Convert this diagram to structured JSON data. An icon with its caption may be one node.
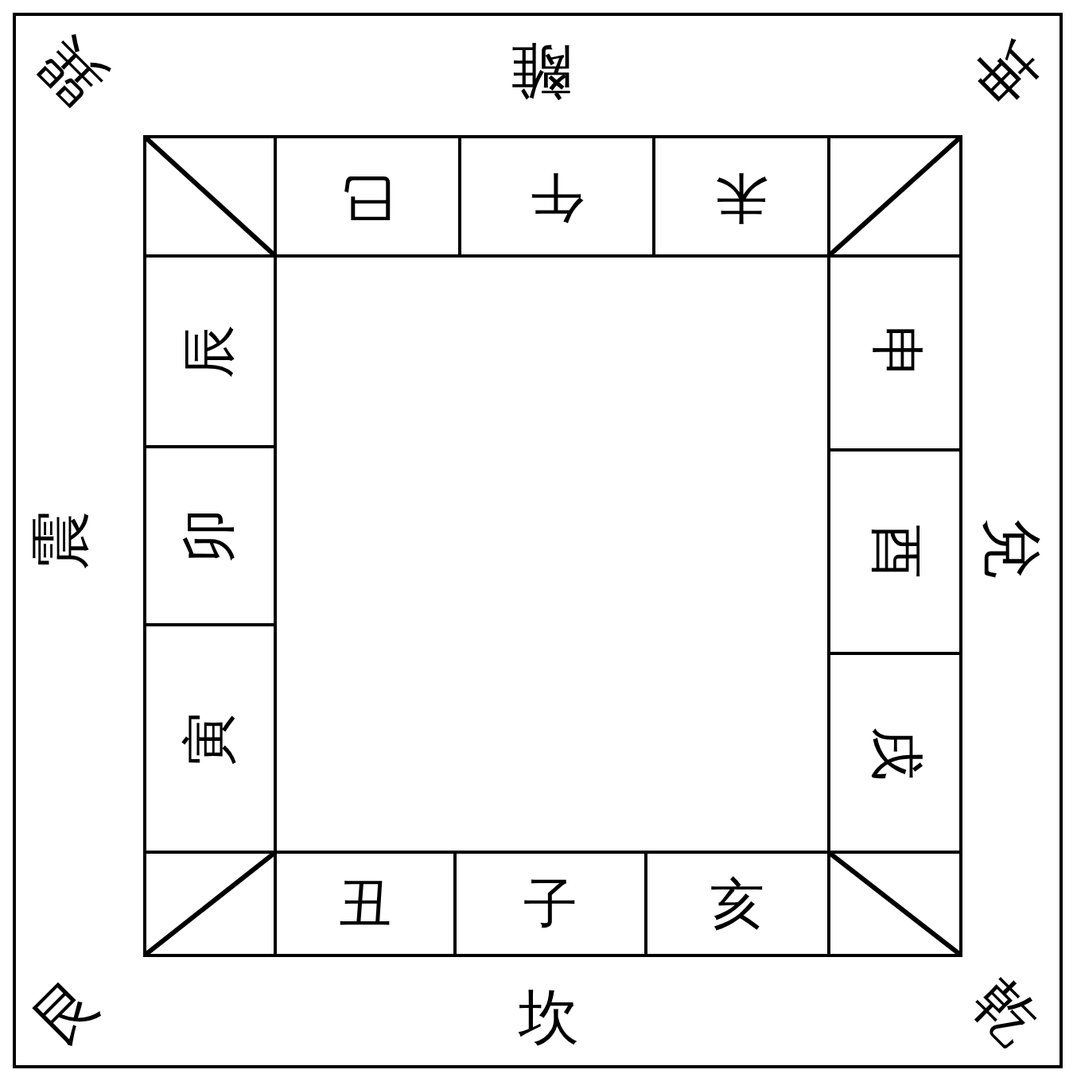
{
  "diagram": {
    "nodes": [
      {
        "text": [],
        "shape": "box"
      },
      {
        "text": [
          "巳"
        ]
      },
      {
        "text": [
          "午"
        ]
      },
      {
        "text": [
          "未"
        ]
      },
      {
        "text": [],
        "shape": "box"
      },
      {
        "text": [
          "辰"
        ]
      },
      {
        "text": [
          "申"
        ]
      },
      {
        "text": [
          "卯"
        ]
      },
      {
        "text": [
          "酉"
        ]
      },
      {
        "text": [
          "寅"
        ]
      },
      {
        "text": [
          "戌"
        ]
      },
      {
        "text": [],
        "shape": "box"
      },
      {
        "text": [
          "丑"
        ]
      },
      {
        "text": [
          "子"
        ]
      },
      {
        "text": [
          "亥"
        ]
      },
      {
        "text": [],
        "shape": "box"
      }
    ],
    "labels": [
      "巽",
      "離",
      "坤",
      "震",
      "兌",
      "艮",
      "坎",
      "乾"
    ]
  }
}
